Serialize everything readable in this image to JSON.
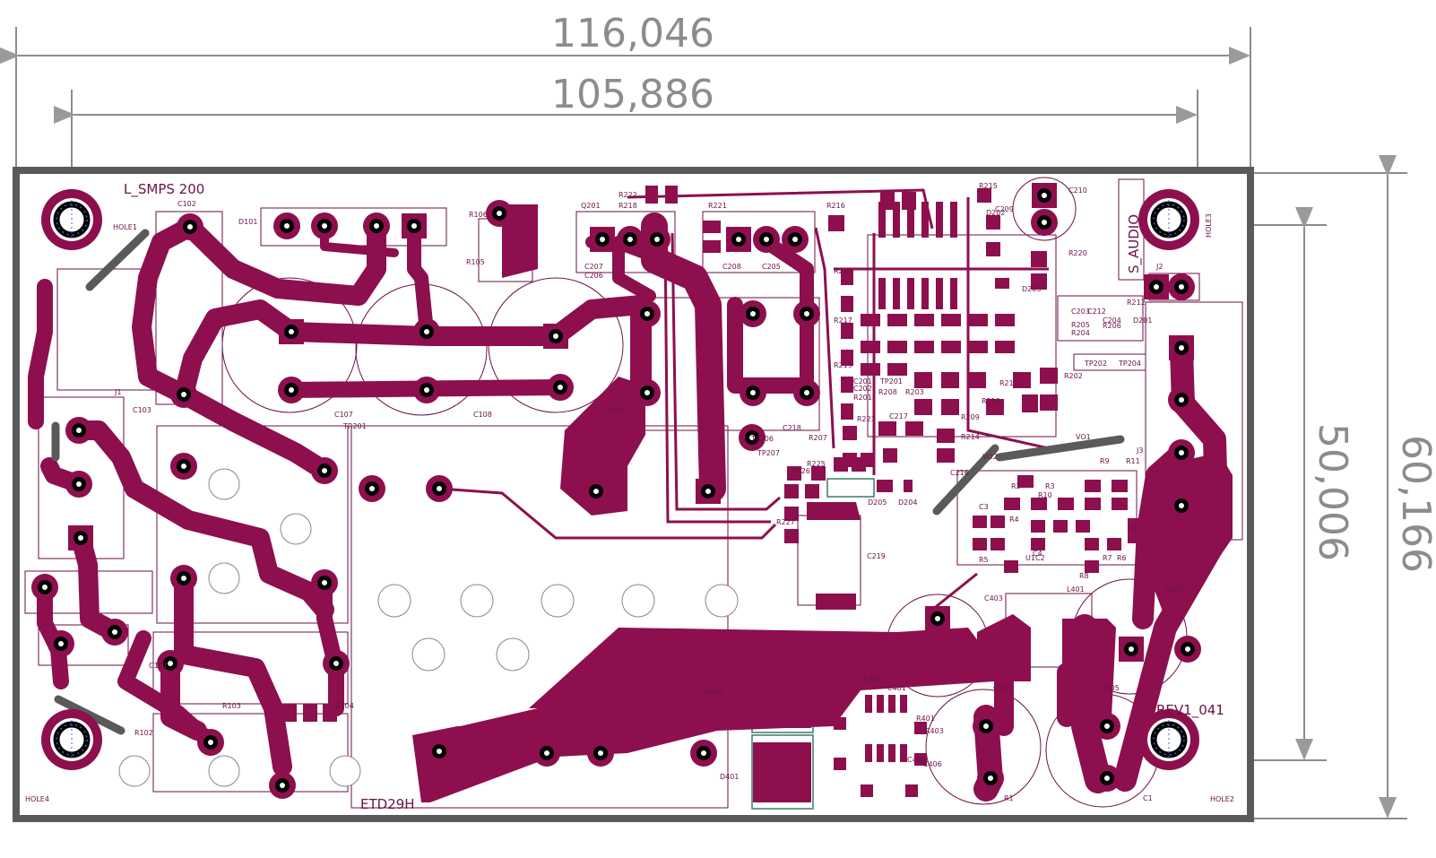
{
  "dimensions": {
    "overall_width": "116,046",
    "hole_spacing_x": "105,886",
    "hole_spacing_y": "50,006",
    "overall_height": "60,166"
  },
  "board": {
    "name": "L_SMPS 200",
    "brand": "S_AUDIO",
    "revision": "REV1_041",
    "transformer": "ETD29H"
  },
  "holes": [
    "HOLE1",
    "HOLE2",
    "HOLE3",
    "HOLE4"
  ],
  "labels": [
    "C102",
    "D101",
    "R106",
    "Q201",
    "R222",
    "R218",
    "R221",
    "R216",
    "R105",
    "C206",
    "C207",
    "C208",
    "C205",
    "J1",
    "C103",
    "C107",
    "C108",
    "C106",
    "TR201",
    "C218",
    "R217",
    "R219",
    "R213",
    "R215",
    "C210",
    "D202",
    "R220",
    "D203",
    "J2",
    "C203",
    "C212",
    "C209",
    "C204",
    "R212",
    "R205",
    "R206",
    "R204",
    "D201",
    "TP201",
    "TP202",
    "TP204",
    "R208",
    "R203",
    "R201",
    "C201",
    "C202",
    "R223",
    "C217",
    "R209",
    "R214",
    "R210",
    "R207",
    "TP206",
    "TP207",
    "R225",
    "R226",
    "C216",
    "D205",
    "D204",
    "R227",
    "C219",
    "VO1",
    "VO2",
    "R9",
    "R11",
    "J3",
    "R2",
    "R3",
    "R10",
    "C3",
    "R4",
    "C2",
    "C4",
    "U1",
    "R5",
    "R7",
    "R6",
    "R8",
    "D1",
    "C101",
    "R103",
    "R104",
    "R102",
    "C403",
    "L401",
    "C407",
    "C404",
    "C405",
    "D402",
    "D401",
    "R403",
    "R401",
    "R402",
    "C401",
    "C402",
    "C406",
    "R1",
    "C1",
    "R202",
    "R211"
  ],
  "colors": {
    "copper": "#8d0f4e",
    "outline": "#6a1247",
    "dimension": "#8c8c8c",
    "board_edge": "#5a5a5a",
    "silk_box": "#3b7a6a"
  }
}
